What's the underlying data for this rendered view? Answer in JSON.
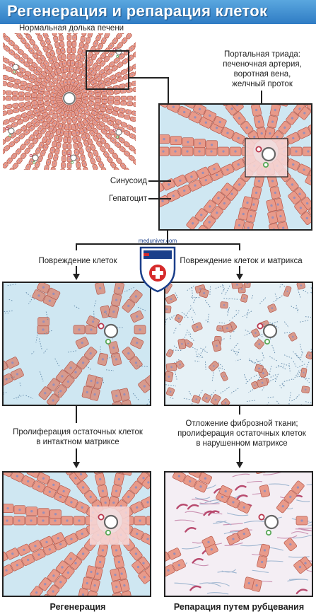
{
  "title": "Регенерация и репарация клеток",
  "labels": {
    "normal_lobule": "Нормальная долька печени",
    "portal_triad": [
      "Портальная триада:",
      "печеночная артерия,",
      "воротная вена,",
      "желчный проток"
    ],
    "sinusoid": "Синусоид",
    "hepatocyte": "Гепатоцит",
    "cell_injury": "Повреждение клеток",
    "cell_matrix_injury": "Повреждение клеток и матрикса",
    "proliferation_intact": [
      "Пролиферация остаточных клеток",
      "в интактном матриксе"
    ],
    "fibrosis": [
      "Отложение фиброзной ткани;",
      "пролиферация остаточных клеток",
      "в нарушенном матриксе"
    ],
    "regeneration": "Регенерация",
    "repair_scarring": "Репарация путем рубцевания"
  },
  "watermark": "meduniver.com",
  "colors": {
    "banner": "#3d8fd6",
    "hepatocyte": "#e89a8a",
    "hepatocyte_border": "#b5574a",
    "sinusoid": "#cfe7f2",
    "triad_artery": "#b8344a",
    "triad_duct": "#5aa858"
  }
}
